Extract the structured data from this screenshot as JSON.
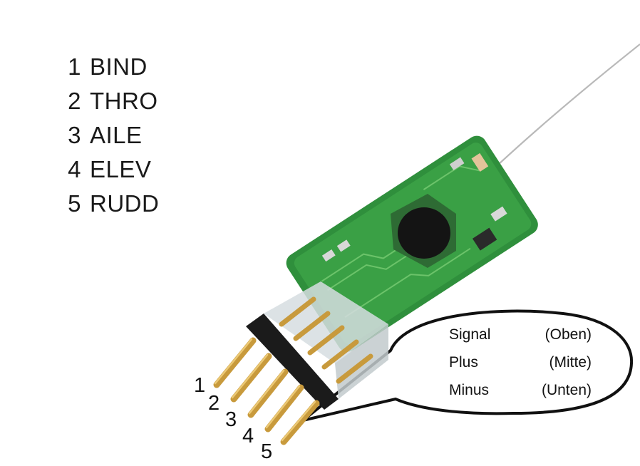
{
  "channels": [
    {
      "num": "1",
      "name": "BIND"
    },
    {
      "num": "2",
      "name": "THRO"
    },
    {
      "num": "3",
      "name": "AILE"
    },
    {
      "num": "4",
      "name": "ELEV"
    },
    {
      "num": "5",
      "name": "RUDD"
    }
  ],
  "callout": {
    "rows": [
      {
        "label": "Signal",
        "position": "(Oben)"
      },
      {
        "label": "Plus",
        "position": "(Mitte)"
      },
      {
        "label": "Minus",
        "position": "(Unten)"
      }
    ]
  },
  "pin_numbers": [
    "1",
    "2",
    "3",
    "4",
    "5"
  ],
  "colors": {
    "pcb_green": "#2f8f3c",
    "pcb_green_light": "#5dbb5a",
    "chip_black": "#141414",
    "pin_gold": "#c89a3c",
    "header_black": "#1b1b1b"
  }
}
